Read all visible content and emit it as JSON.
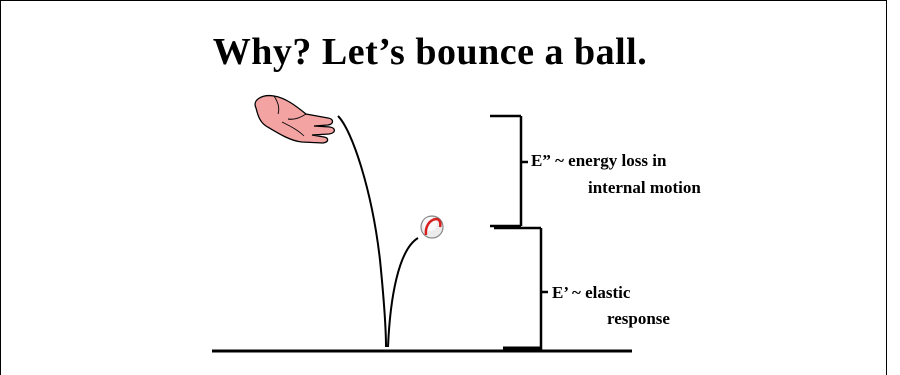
{
  "slide": {
    "title": "Why?  Let’s bounce a ball."
  },
  "labels": {
    "loss_line1": "E” ~ energy loss in",
    "loss_line2": "internal motion",
    "elastic_line1": "E’ ~ elastic",
    "elastic_line2": "response"
  },
  "icons": {
    "hand": "open-hand-icon",
    "ball": "baseball-icon"
  },
  "colors": {
    "hand_fill": "#f4a3a3",
    "ball_stitch": "#d62020",
    "line": "#000000"
  }
}
